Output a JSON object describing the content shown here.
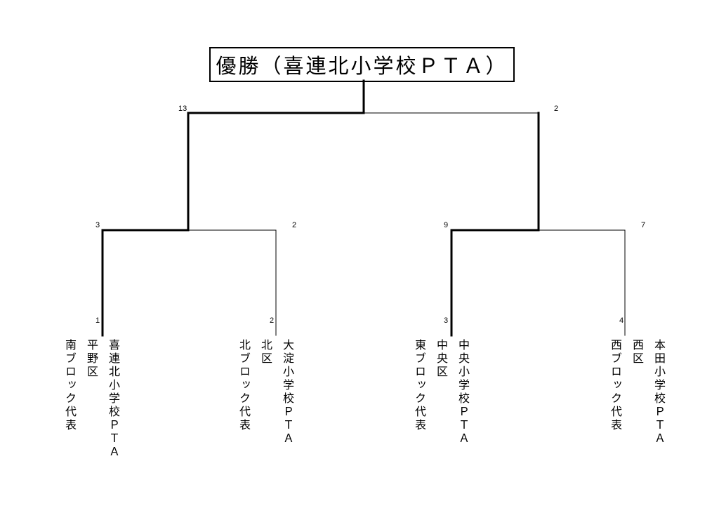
{
  "title": "優勝（喜連北小学校ＰＴＡ）",
  "scores": {
    "final_left": "13",
    "final_right": "2",
    "semi1_left": "3",
    "semi1_right": "2",
    "semi2_left": "9",
    "semi2_right": "7",
    "team1": "1",
    "team2": "2",
    "team3": "3",
    "team4": "4"
  },
  "teams": [
    {
      "name": "喜連北小学校ＰＴＡ",
      "district": "平野区",
      "block": "南ブロック代表"
    },
    {
      "name": "大淀小学校ＰＴＡ",
      "district": "北区",
      "block": "北ブロック代表"
    },
    {
      "name": "中央小学校ＰＴＡ",
      "district": "中央区",
      "block": "東ブロック代表"
    },
    {
      "name": "本田小学校ＰＴＡ",
      "district": "西区",
      "block": "西ブロック代表"
    }
  ]
}
